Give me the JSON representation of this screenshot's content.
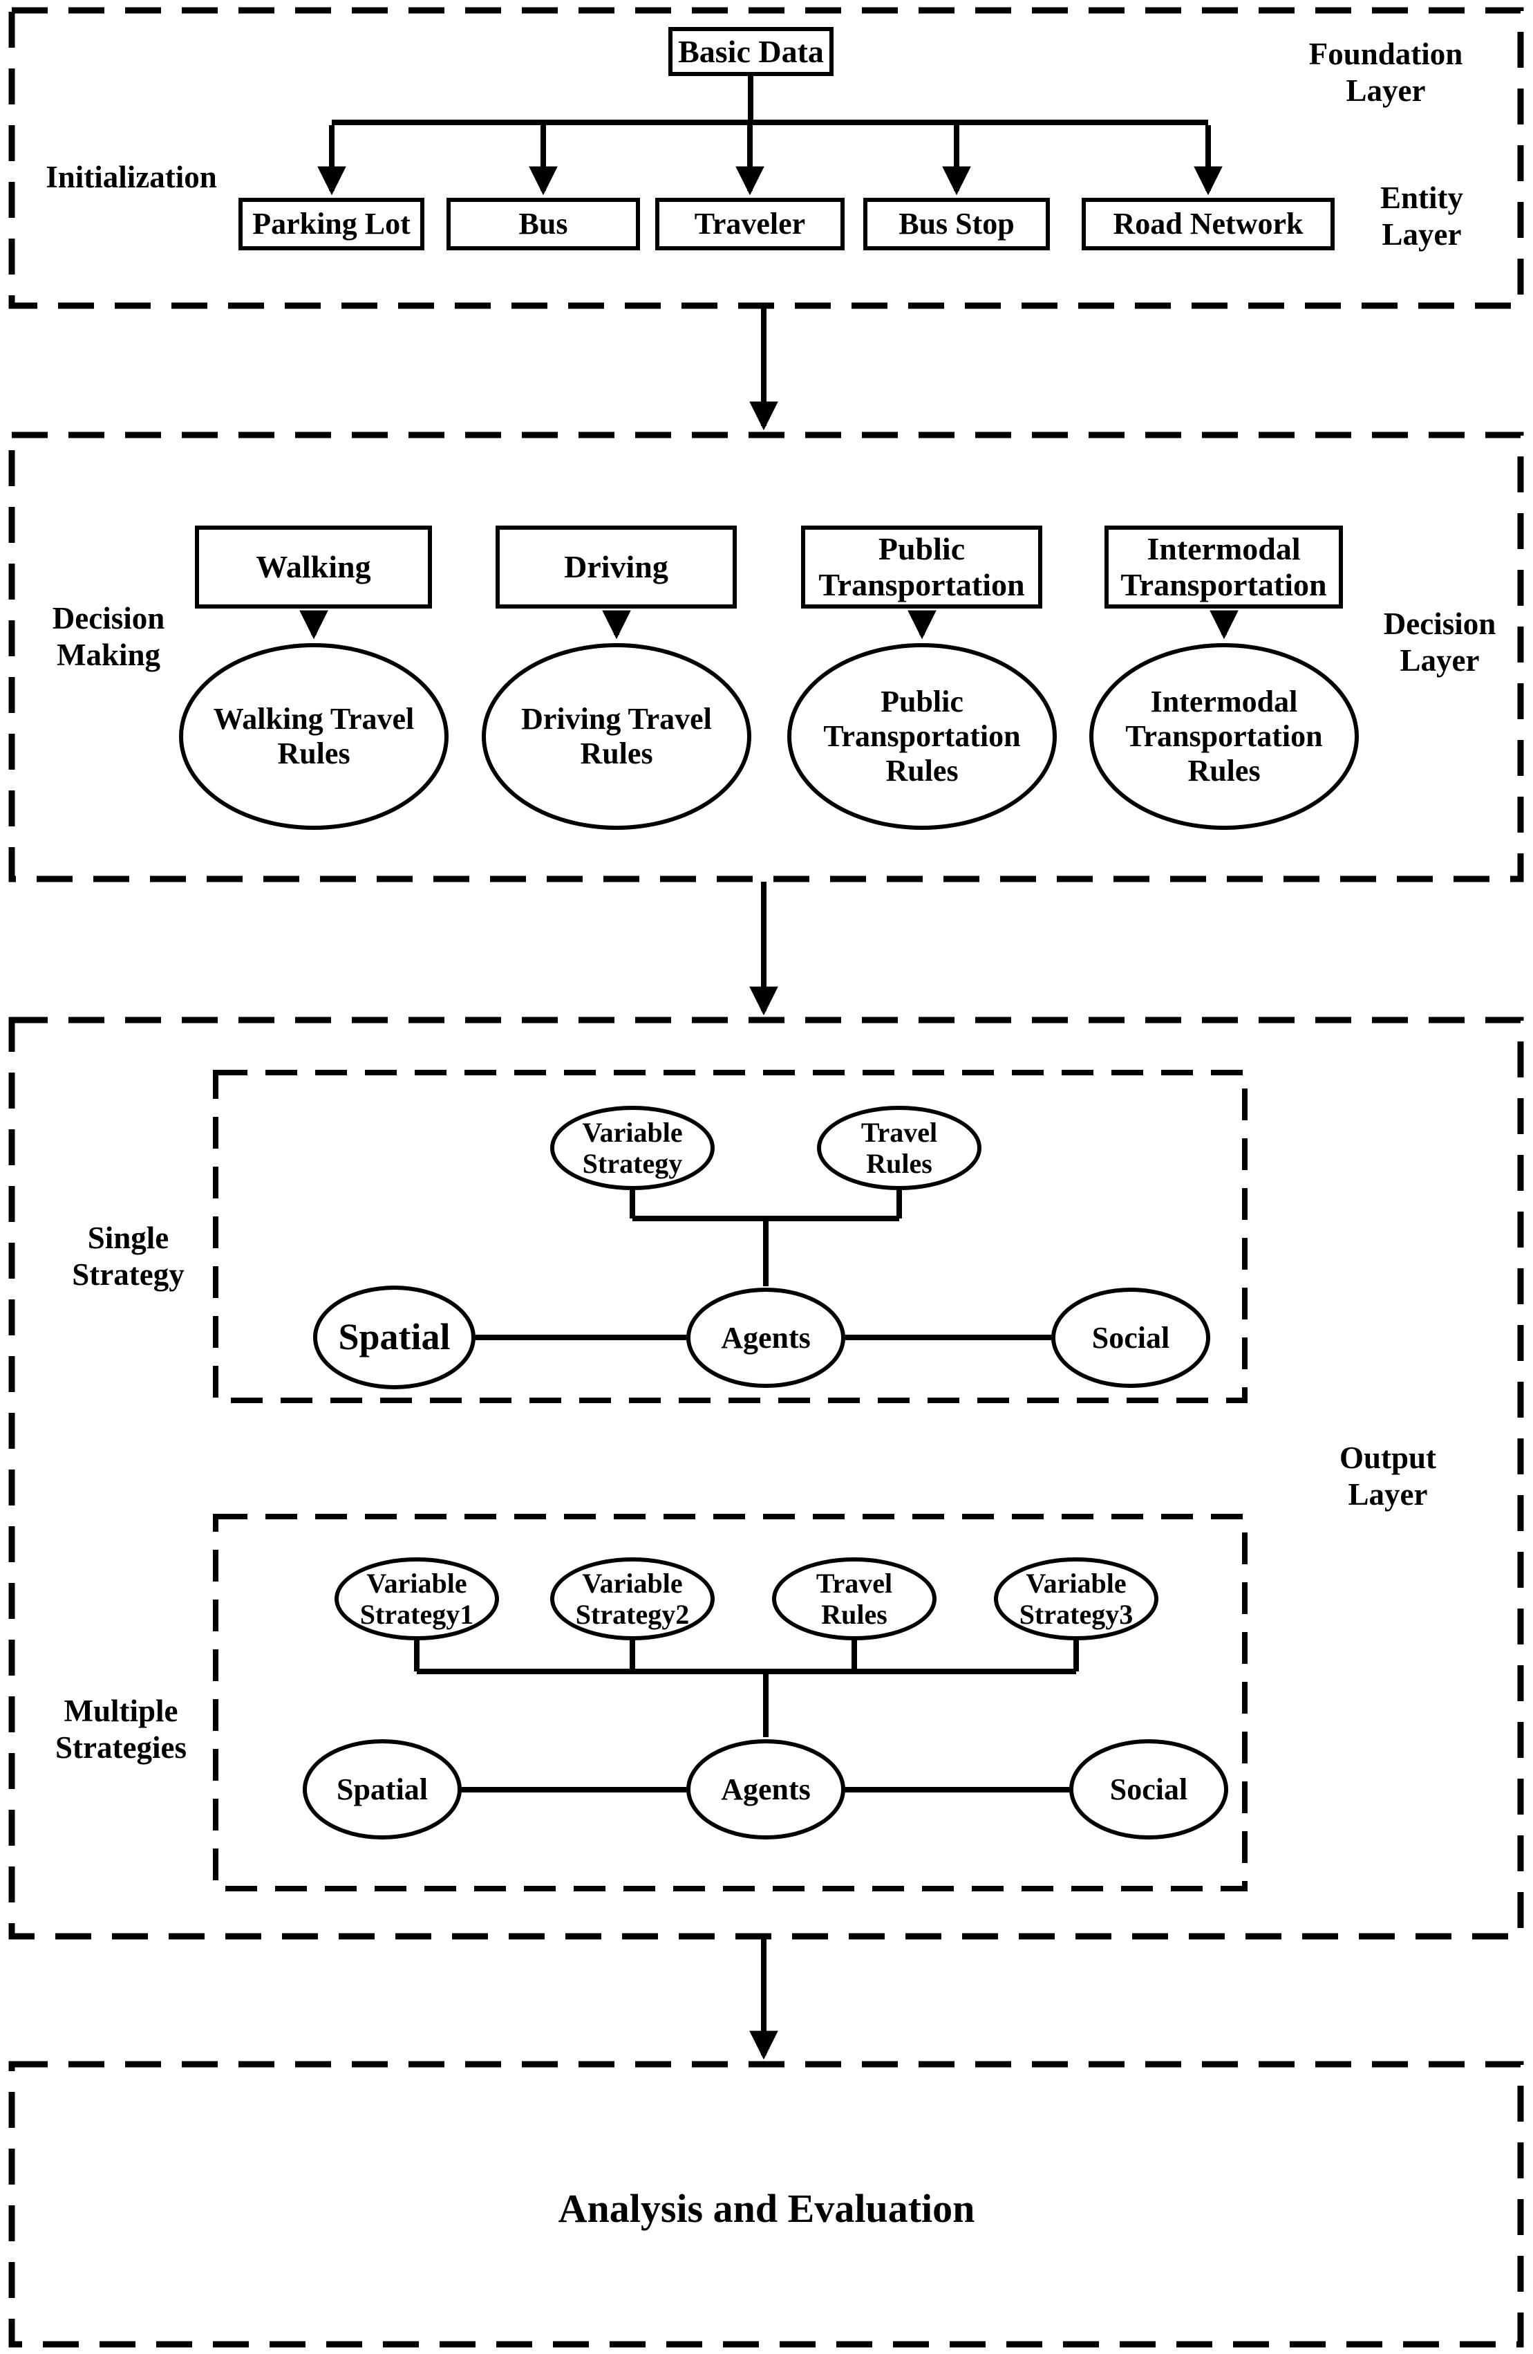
{
  "colors": {
    "ink": "#000000",
    "paper": "#ffffff"
  },
  "foundation": {
    "side_label": "Initialization",
    "layer_caption": "Foundation Layer",
    "entity_caption": "Entity Layer",
    "root_label": "Basic Data",
    "entities": [
      "Parking Lot",
      "Bus",
      "Traveler",
      "Bus Stop",
      "Road Network"
    ]
  },
  "decision": {
    "left_label": "Decision Making",
    "right_label": "Decision Layer",
    "modes": [
      "Walking",
      "Driving",
      "Public Transportation",
      "Intermodal Transportation"
    ],
    "rules": [
      "Walking Travel Rules",
      "Driving Travel Rules",
      "Public Transportation Rules",
      "Intermodal Transportation Rules"
    ]
  },
  "output": {
    "right_label": "Output Layer",
    "single": {
      "side_label": "Single Strategy",
      "top_nodes": [
        "Variable Strategy",
        "Travel Rules"
      ],
      "bottom_nodes": [
        "Spatial",
        "Agents",
        "Social"
      ]
    },
    "multiple": {
      "side_label": "Multiple Strategies",
      "top_nodes": [
        "Variable Strategy1",
        "Variable Strategy2",
        "Travel Rules",
        "Variable Strategy3"
      ],
      "bottom_nodes": [
        "Spatial",
        "Agents",
        "Social"
      ]
    }
  },
  "analysis": {
    "title": "Analysis and Evaluation"
  }
}
